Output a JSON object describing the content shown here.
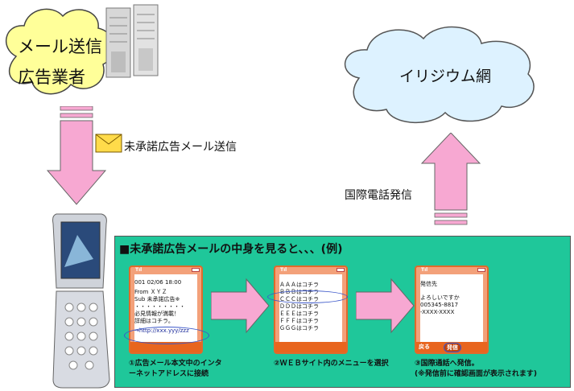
{
  "clouds": {
    "sender_line1": "メール送信",
    "sender_line2": "広告業者",
    "network": "イリジウム網"
  },
  "labels": {
    "spam_send": "未承諾広告メール送信",
    "intl_call": "国際電話発信"
  },
  "panel": {
    "title": "■未承諾広告メールの中身を見ると、、、(例)"
  },
  "screens": {
    "s1": {
      "lines": [
        "001 02/06 18:00",
        "From ＸＹＺ",
        "Sub  未承諾広告※",
        "・・・・・・・・・",
        "必見情報が満載！",
        "詳細はコチラ。",
        "→http://xxx.yyy/zzz"
      ]
    },
    "s2": {
      "lines": [
        "ＡＡＡはコチラ",
        "ＢＢＢはコチラ",
        "ＣＣＣはコチラ",
        "ＤＤＤはコチラ",
        "ＥＥＥはコチラ",
        "ＦＦＦはコチラ",
        "ＧＧＧはコチラ"
      ]
    },
    "s3": {
      "lines": [
        "発信先",
        "よろしいですか",
        "005345-8817",
        "-XXXX-XXXX"
      ],
      "soft_left": "戻る",
      "soft_center": "発信"
    }
  },
  "captions": {
    "c1_line1": "①広告メール本文中のインタ",
    "c1_line2": "ーネットアドレスに接続",
    "c2": "②ＷＥＢサイト内のメニューを選択",
    "c3_line1": "③国際通話へ発信。",
    "c3_line2": "(※発信前に確認画面が表示されます)"
  },
  "colors": {
    "cloud_fill": "#ffff99",
    "network_cloud_fill": "#ddf2ff",
    "arrow_pink": "#f7a8d2",
    "panel_green": "#1fc79a",
    "phone_orange": "#e8651e",
    "highlight_blue": "#3a56c9"
  }
}
